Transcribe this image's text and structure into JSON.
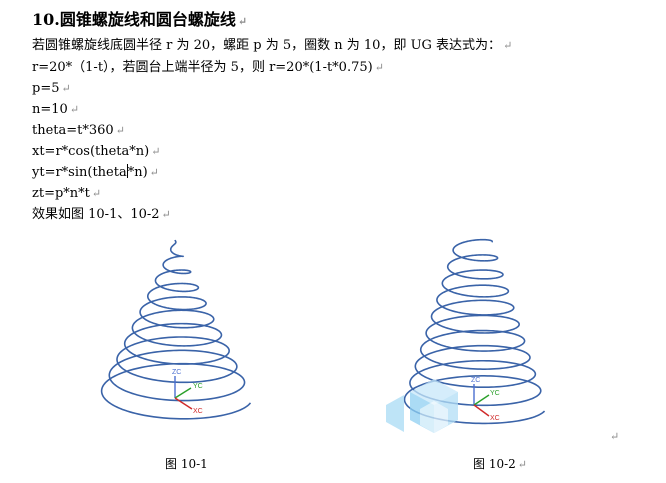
{
  "title": "10.圆锥螺旋线和圆台螺旋线",
  "para_mark": "↵",
  "lines": [
    "若圆锥螺旋线底圆半径 r 为 20，螺距 p 为 5，圈数 n 为 10，即 UG 表达式为：",
    "r=20*（1-t），若圆台上端半径为 5，则 r=20*(1-t*0.75)",
    "p=5",
    "n=10",
    "theta=t*360",
    "xt=r*cos(theta*n)",
    "yt=r*sin(theta",
    "*n)",
    "zt=p*n*t",
    "效果如图 10-1、10-2"
  ],
  "figures": {
    "fig1_caption": "图 10-1",
    "fig2_caption": "图 10-2",
    "axis_labels": {
      "zc": "ZC",
      "yc": "YC",
      "xc": "XC"
    }
  },
  "colors": {
    "helix": "#3a63a8",
    "axis_z": "#4b6fd0",
    "axis_y": "#2aa02a",
    "axis_x": "#d02a2a",
    "logo": "#9fd3f2"
  }
}
